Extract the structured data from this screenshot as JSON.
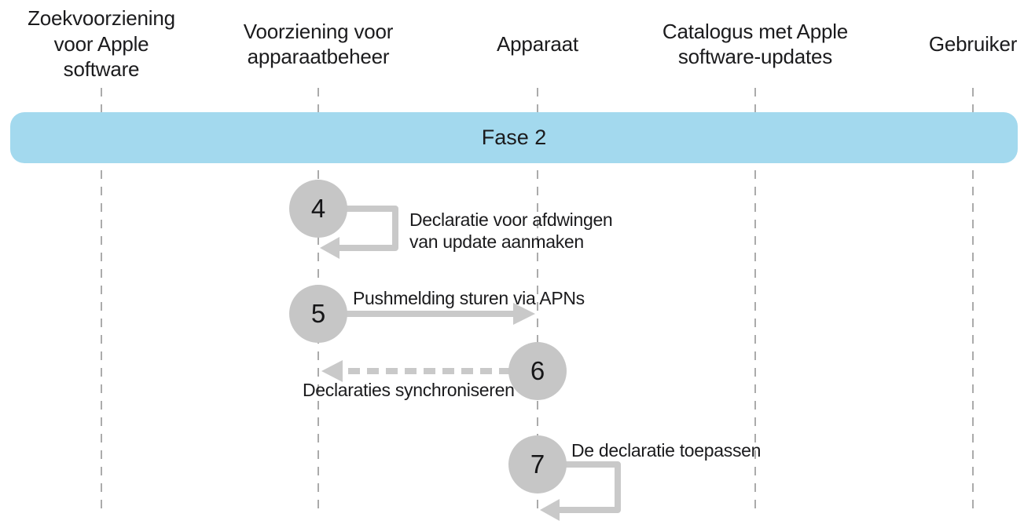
{
  "diagram": {
    "phase_label": "Fase 2",
    "actors": [
      {
        "label": "Zoekvoorziening\nvoor Apple\nsoftware"
      },
      {
        "label": "Voorziening voor\napparaatbeheer"
      },
      {
        "label": "Apparaat"
      },
      {
        "label": "Catalogus met Apple\nsoftware-updates"
      },
      {
        "label": "Gebruiker"
      }
    ],
    "steps": [
      {
        "number": "4",
        "label": "Declaratie voor afdwingen\nvan update aanmaken",
        "type": "self-loop",
        "actor": "Voorziening voor apparaatbeheer"
      },
      {
        "number": "5",
        "label": "Pushmelding sturen via APNs",
        "type": "solid-arrow",
        "from": "Voorziening voor apparaatbeheer",
        "to": "Apparaat"
      },
      {
        "number": "6",
        "label": "Declaraties synchroniseren",
        "type": "dashed-arrow",
        "from": "Apparaat",
        "to": "Voorziening voor apparaatbeheer"
      },
      {
        "number": "7",
        "label": "De declaratie toepassen",
        "type": "self-loop",
        "actor": "Apparaat"
      }
    ],
    "colors": {
      "banner": "#a3d9ee",
      "circle": "#c6c6c6",
      "arrow": "#c9c9c9",
      "lifeline": "#ababab",
      "text": "#1b1b1d"
    }
  }
}
